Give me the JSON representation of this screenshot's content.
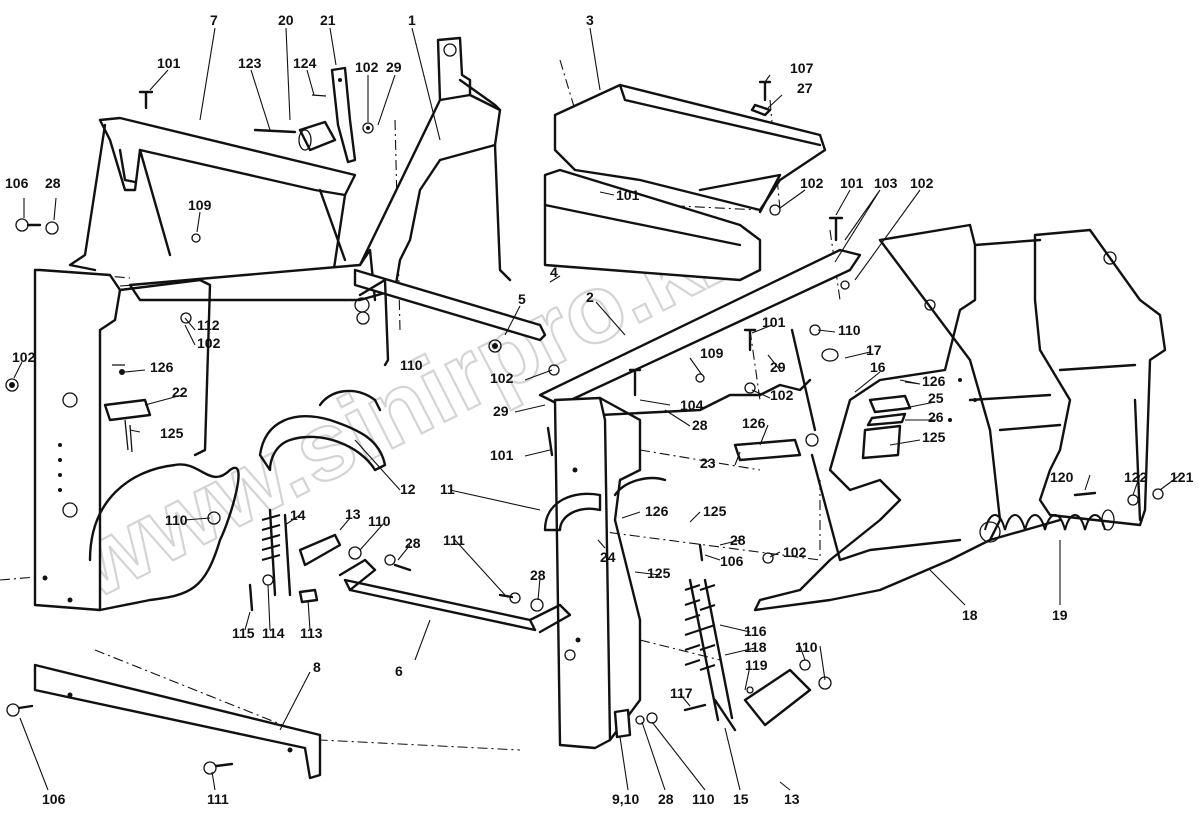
{
  "watermark": "www.sinirpro.kz",
  "callouts": [
    {
      "text": "7"
    },
    {
      "text": "20"
    },
    {
      "text": "21"
    },
    {
      "text": "1"
    },
    {
      "text": "3"
    },
    {
      "text": "101"
    },
    {
      "text": "123"
    },
    {
      "text": "124"
    },
    {
      "text": "102"
    },
    {
      "text": "29"
    },
    {
      "text": "107"
    },
    {
      "text": "27"
    },
    {
      "text": "106"
    },
    {
      "text": "28"
    },
    {
      "text": "109"
    },
    {
      "text": "101"
    },
    {
      "text": "102"
    },
    {
      "text": "101"
    },
    {
      "text": "103"
    },
    {
      "text": "102"
    },
    {
      "text": "5"
    },
    {
      "text": "4"
    },
    {
      "text": "2"
    },
    {
      "text": "112"
    },
    {
      "text": "102"
    },
    {
      "text": "102"
    },
    {
      "text": "126"
    },
    {
      "text": "110"
    },
    {
      "text": "101"
    },
    {
      "text": "110"
    },
    {
      "text": "109"
    },
    {
      "text": "29"
    },
    {
      "text": "17"
    },
    {
      "text": "16"
    },
    {
      "text": "22"
    },
    {
      "text": "102"
    },
    {
      "text": "104"
    },
    {
      "text": "102"
    },
    {
      "text": "126"
    },
    {
      "text": "25"
    },
    {
      "text": "29"
    },
    {
      "text": "28"
    },
    {
      "text": "26"
    },
    {
      "text": "125"
    },
    {
      "text": "126"
    },
    {
      "text": "125"
    },
    {
      "text": "101"
    },
    {
      "text": "23"
    },
    {
      "text": "12"
    },
    {
      "text": "11"
    },
    {
      "text": "120"
    },
    {
      "text": "122"
    },
    {
      "text": "121"
    },
    {
      "text": "110"
    },
    {
      "text": "14"
    },
    {
      "text": "13"
    },
    {
      "text": "110"
    },
    {
      "text": "126"
    },
    {
      "text": "125"
    },
    {
      "text": "28"
    },
    {
      "text": "24"
    },
    {
      "text": "28"
    },
    {
      "text": "102"
    },
    {
      "text": "111"
    },
    {
      "text": "106"
    },
    {
      "text": "125"
    },
    {
      "text": "28"
    },
    {
      "text": "18"
    },
    {
      "text": "19"
    },
    {
      "text": "115"
    },
    {
      "text": "114"
    },
    {
      "text": "113"
    },
    {
      "text": "6"
    },
    {
      "text": "116"
    },
    {
      "text": "118"
    },
    {
      "text": "8"
    },
    {
      "text": "119"
    },
    {
      "text": "110"
    },
    {
      "text": "117"
    },
    {
      "text": "106"
    },
    {
      "text": "111"
    },
    {
      "text": "9,10"
    },
    {
      "text": "28"
    },
    {
      "text": "110"
    },
    {
      "text": "15"
    },
    {
      "text": "13"
    }
  ]
}
